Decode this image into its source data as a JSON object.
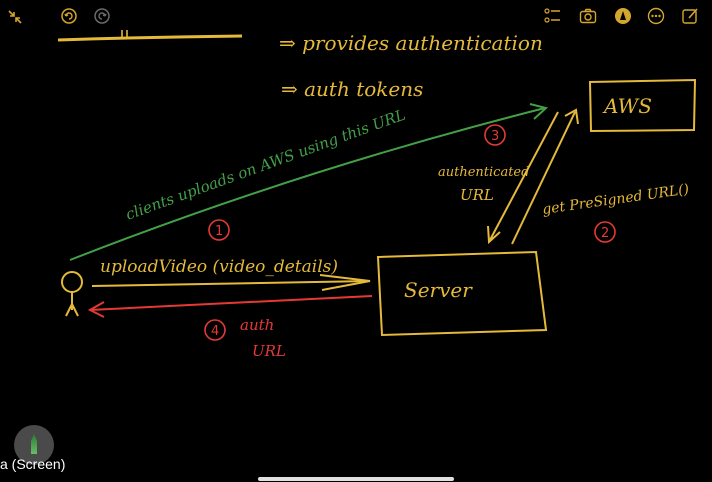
{
  "toolbar": {
    "icons": [
      "collapse-icon",
      "undo-icon",
      "redo-icon",
      "list-icon",
      "camera-icon",
      "pen-tool-icon",
      "more-icon",
      "compose-icon"
    ],
    "accent": "#e0b000"
  },
  "notes": {
    "line1": "⇒ provides authentication",
    "line2": "⇒ auth tokens",
    "aws_box": "AWS",
    "server_box": "Server",
    "green_arrow_label": "clients uploads on AWS using this URL",
    "step1": "1",
    "upload_label": "uploadVideo (video_details)",
    "authenticated_label_line1": "authenticated",
    "authenticated_label_line2": "URL",
    "step3": "3",
    "presigned_label": "get PreSigned URL()",
    "step2": "2",
    "step4": "4",
    "auth_url_line1": "auth",
    "auth_url_line2": "URL"
  },
  "colors": {
    "yellow": "#e5b93a",
    "green": "#43a047",
    "red": "#e53935"
  },
  "footer": {
    "screen_label": "a (Screen)"
  }
}
